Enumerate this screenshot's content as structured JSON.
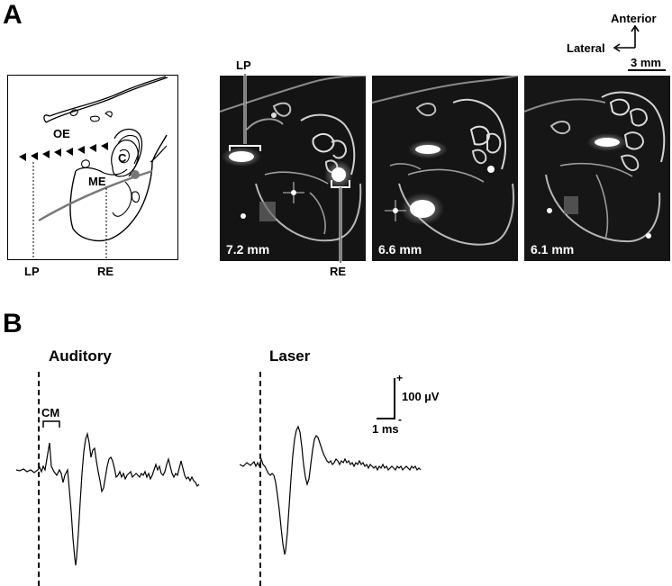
{
  "panel_a": {
    "letter": "A",
    "orientation": {
      "anterior": "Anterior",
      "lateral": "Lateral",
      "scale_bar": "3 mm"
    },
    "schematic": {
      "labels": {
        "oe": "OE",
        "me": "ME",
        "c": "C",
        "lp": "LP",
        "re": "RE"
      }
    },
    "ct_images": [
      {
        "depth": "7.2 mm"
      },
      {
        "depth": "6.6 mm"
      },
      {
        "depth": "6.1 mm"
      }
    ],
    "callouts": {
      "lp": "LP",
      "re": "RE"
    }
  },
  "panel_b": {
    "letter": "B",
    "traces": [
      {
        "title": "Auditory"
      },
      {
        "title": "Laser"
      }
    ],
    "cm_label": "CM",
    "scale": {
      "voltage": "100 µV",
      "time": "1 ms",
      "plus": "+",
      "minus": "-"
    }
  }
}
